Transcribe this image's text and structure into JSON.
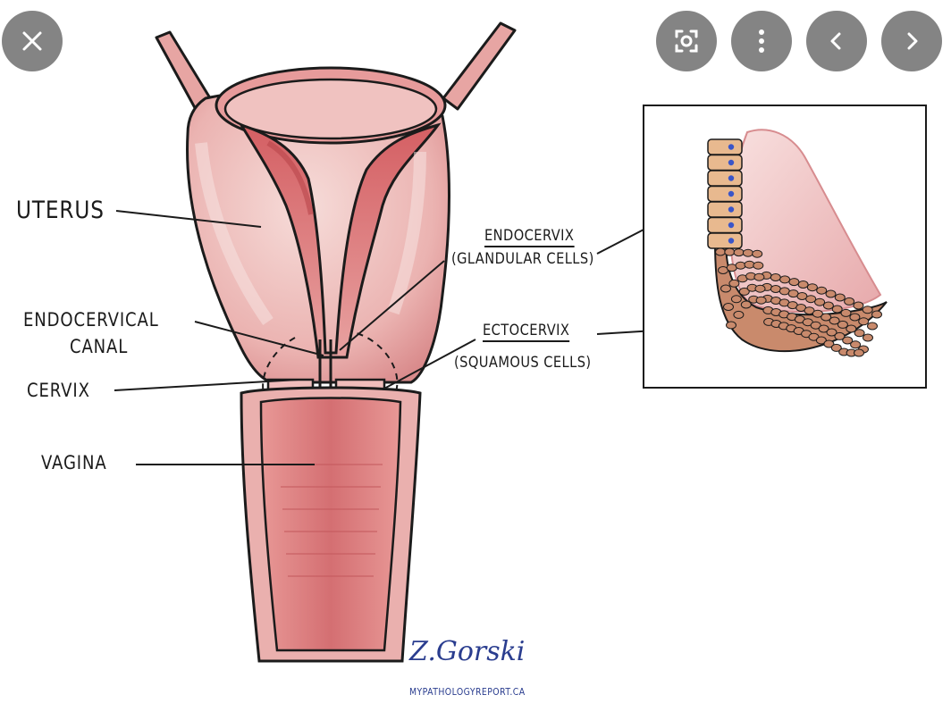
{
  "viewer": {
    "close_icon": "close-icon",
    "lens_icon": "lens-icon",
    "more_icon": "more-vertical-icon",
    "prev_icon": "chevron-left-icon",
    "next_icon": "chevron-right-icon"
  },
  "labels": {
    "uterus": "UTERUS",
    "endocervical_canal_line1": "ENDOCERVICAL",
    "endocervical_canal_line2": "CANAL",
    "cervix": "CERVIX",
    "vagina": "VAGINA",
    "endocervix": "ENDOCERVIX",
    "endocervix_note": "(GLANDULAR CELLS)",
    "ectocervix": "ECTOCERVIX",
    "ectocervix_note": "(SQUAMOUS CELLS)"
  },
  "credit": {
    "signature": "Z.Gorski",
    "website": "MYPATHOLOGYREPORT.CA"
  },
  "colors": {
    "tissue_light": "#f2c9c6",
    "tissue_mid": "#e39a98",
    "tissue_dark": "#c9575c",
    "glandular_cell": "#e8b98f",
    "nucleus": "#3a55c8",
    "squamous_cell": "#c98a6c",
    "ink": "#1b1b1b",
    "control_bg": "#696969"
  }
}
